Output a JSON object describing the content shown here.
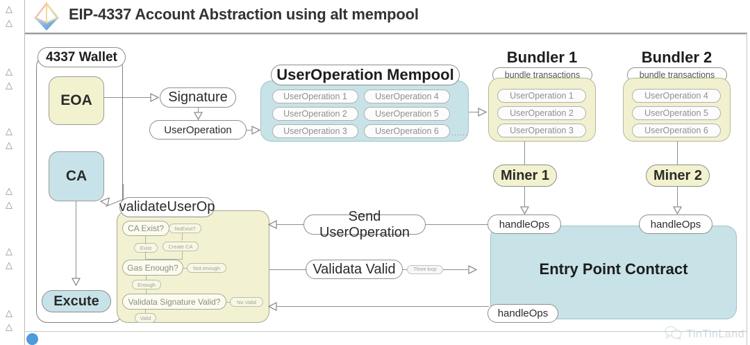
{
  "header": {
    "title": "EIP-4337 Account Abstraction using alt mempool",
    "logo_name": "ethereum-prism-logo"
  },
  "wallet": {
    "title": "4337 Wallet",
    "eoa": "EOA",
    "ca": "CA",
    "excute": "Excute"
  },
  "signature_flow": {
    "signature": "Signature",
    "user_operation": "UserOperation"
  },
  "mempool": {
    "title": "UserOperation Mempool",
    "column_left": [
      "UserOperation 1",
      "UserOperation 2",
      "UserOperation 3"
    ],
    "column_right": [
      "UserOperation 4",
      "UserOperation 5",
      "UserOperation 6"
    ],
    "ellipsis": "......"
  },
  "bundlers": [
    {
      "title": "Bundler 1",
      "subtitle": "bundle transactions",
      "items": [
        "UserOperation 1",
        "UserOperation 2",
        "UserOperation 3"
      ],
      "miner": "Miner 1",
      "handle_ops": "handleOps"
    },
    {
      "title": "Bundler 2",
      "subtitle": "bundle transactions",
      "items": [
        "UserOperation 4",
        "UserOperation 5",
        "UserOperation 6"
      ],
      "miner": "Miner 2",
      "handle_ops": "handleOps"
    }
  ],
  "entry_point": {
    "title": "Entry Point Contract",
    "handle_ops_bottom": "handleOps"
  },
  "connectors": {
    "send_user_operation": "Send UserOperation",
    "validata_valid": "Validata Valid",
    "three_loop": "Three loop"
  },
  "validate": {
    "title": "validateUserOp",
    "steps": [
      {
        "question": "CA Exist?",
        "yes": "Exist",
        "no": "NoExist?",
        "branch": "Create CA"
      },
      {
        "question": "Gas Enough?",
        "yes": "Enough",
        "no": "Not enough"
      },
      {
        "question": "Validata Signature Valid?",
        "yes": "Valid",
        "no": "No Valid"
      }
    ]
  },
  "watermark": {
    "brand": "TinTinLand",
    "icon": "wechat-icon"
  },
  "colors": {
    "yellow_fill": "#f2f2cf",
    "blue_fill": "#c7e3e9",
    "mempool_fill": "#c8e3e8",
    "entry_point_fill": "#c8e3e8",
    "validate_pane_fill": "#f2f2d2",
    "stroke": "#8e8e8e",
    "text": "#2b2b2b"
  }
}
